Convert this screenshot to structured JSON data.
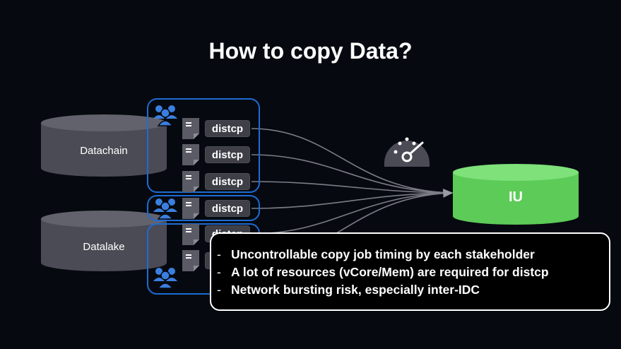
{
  "title": "How to copy Data?",
  "sources": [
    {
      "label": "Datachain"
    },
    {
      "label": "Datalake"
    }
  ],
  "target": {
    "label": "IU",
    "color": "#5ccb57"
  },
  "job_label": "distcp",
  "callout": {
    "bullet_symbol": "-",
    "bullets": [
      "Uncontrollable copy job timing by each stakeholder",
      "A lot of resources (vCore/Mem) are required for distcp",
      "Network bursting risk, especially inter-IDC"
    ]
  },
  "colors": {
    "background": "#060a10",
    "cylinder": "#4b4b55",
    "group_border": "#1e6bd4",
    "people_icon": "#3a7fe0"
  },
  "icons": [
    "people-group-icon",
    "document-icon",
    "speedometer-icon"
  ]
}
